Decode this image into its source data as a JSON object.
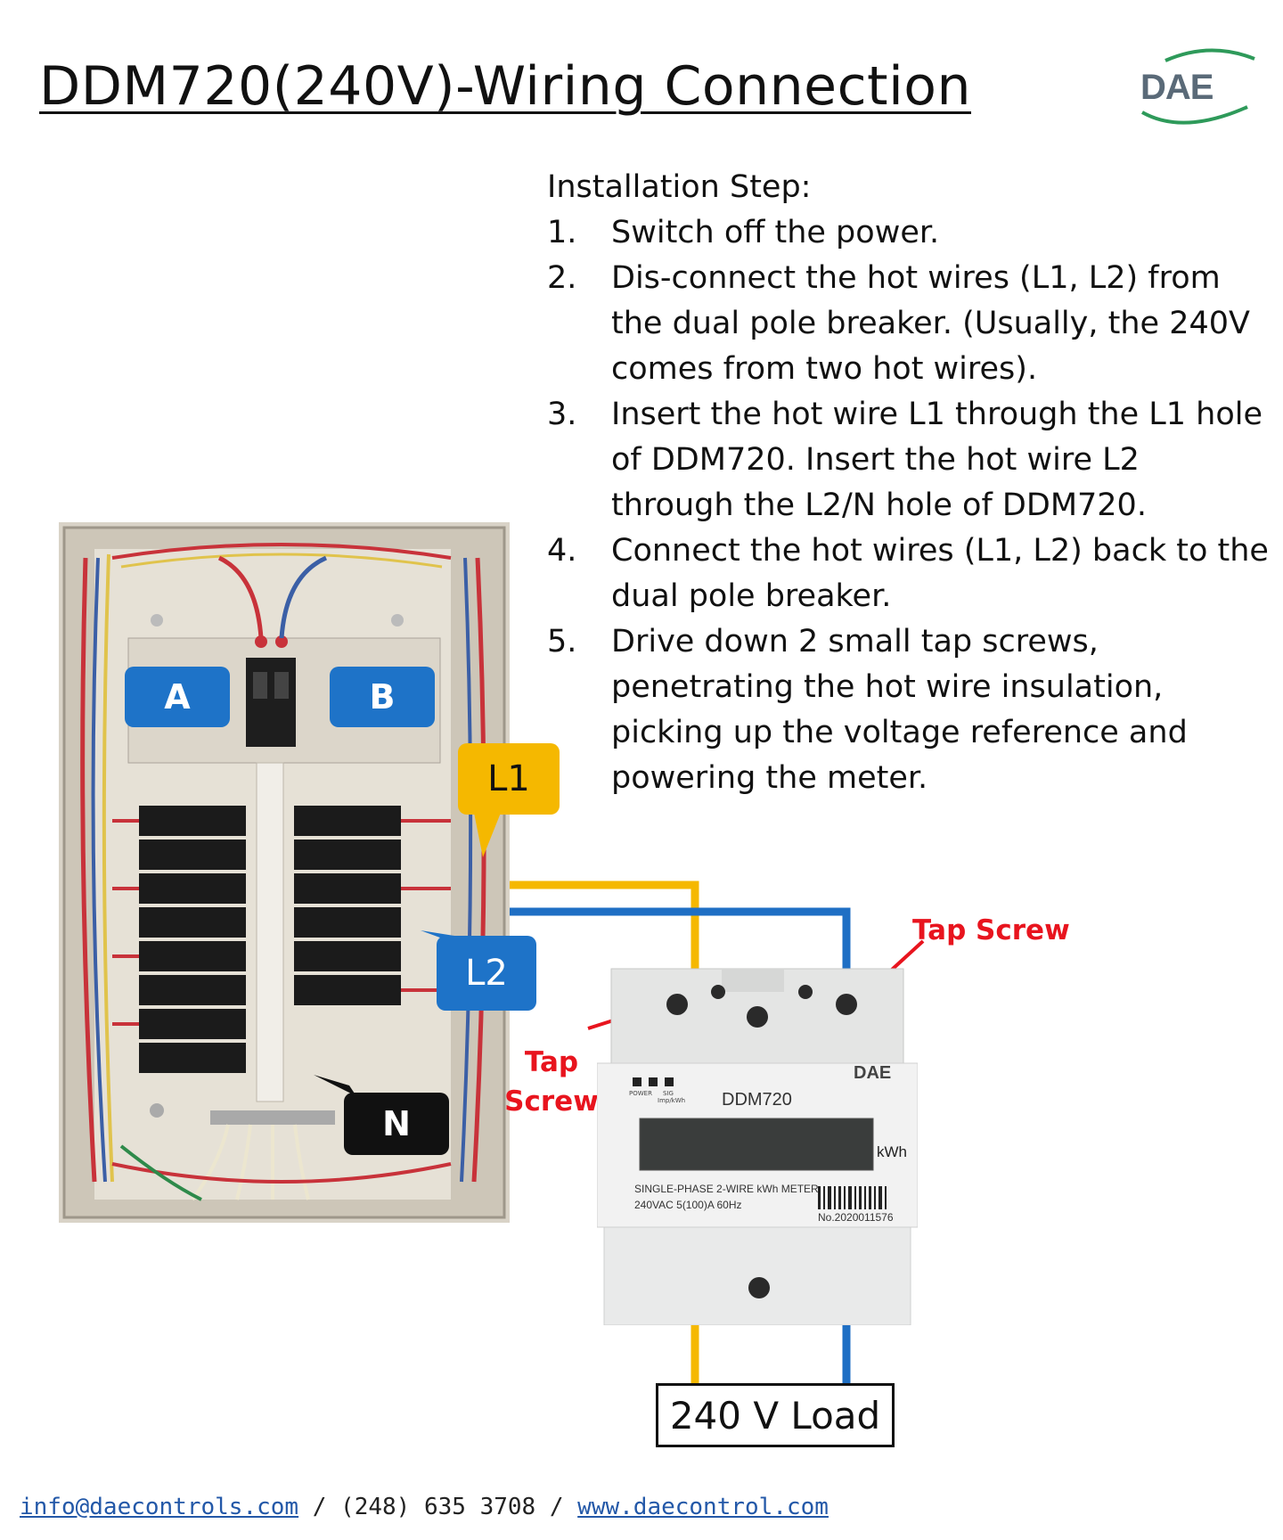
{
  "title": "DDM720(240V)-Wiring Connection",
  "logo": {
    "text": "DAE"
  },
  "installation": {
    "heading": "Installation Step:",
    "steps": [
      {
        "num": "1.",
        "text": "Switch off the power."
      },
      {
        "num": "2.",
        "text": "Dis-connect the hot wires (L1, L2) from the dual pole breaker. (Usually, the 240V comes from two hot wires)."
      },
      {
        "num": "3.",
        "text": "Insert the hot wire L1 through the L1 hole of DDM720. Insert the hot wire L2 through the L2/N hole of DDM720."
      },
      {
        "num": "4.",
        "text": "Connect the hot wires (L1, L2) back to the dual pole breaker."
      },
      {
        "num": "5.",
        "text": "Drive down 2 small tap screws, penetrating the hot wire insulation, picking up the voltage reference and powering the meter."
      }
    ]
  },
  "callouts": {
    "a": "A",
    "b": "B",
    "l1": "L1",
    "l2": "L2",
    "n": "N"
  },
  "tap_screw_right": "Tap Screw",
  "tap_screw_left_1": "Tap",
  "tap_screw_left_2": "Screw",
  "meter": {
    "brand": "DAE",
    "model": "DDM720",
    "unit": "kWh",
    "led_labels": [
      "POWER",
      "SIG",
      "Imp/kWh"
    ],
    "spec_line1": "SINGLE-PHASE 2-WIRE kWh METER",
    "spec_line2": "240VAC  5(100)A  60Hz",
    "serial": "No.2020011576"
  },
  "load_label": "240 V Load",
  "footer": {
    "email": "info@daecontrols.com",
    "sep1": " / ",
    "phone": "(248) 635 3708",
    "sep2": " / ",
    "website": "www.daecontrol.com"
  },
  "colors": {
    "l1_wire": "#f5b800",
    "l2_wire": "#1f6fc4",
    "callout_blue": "#1e73c8",
    "callout_yellow": "#f5b800",
    "callout_black": "#111111",
    "tap_red": "#e8141e"
  }
}
